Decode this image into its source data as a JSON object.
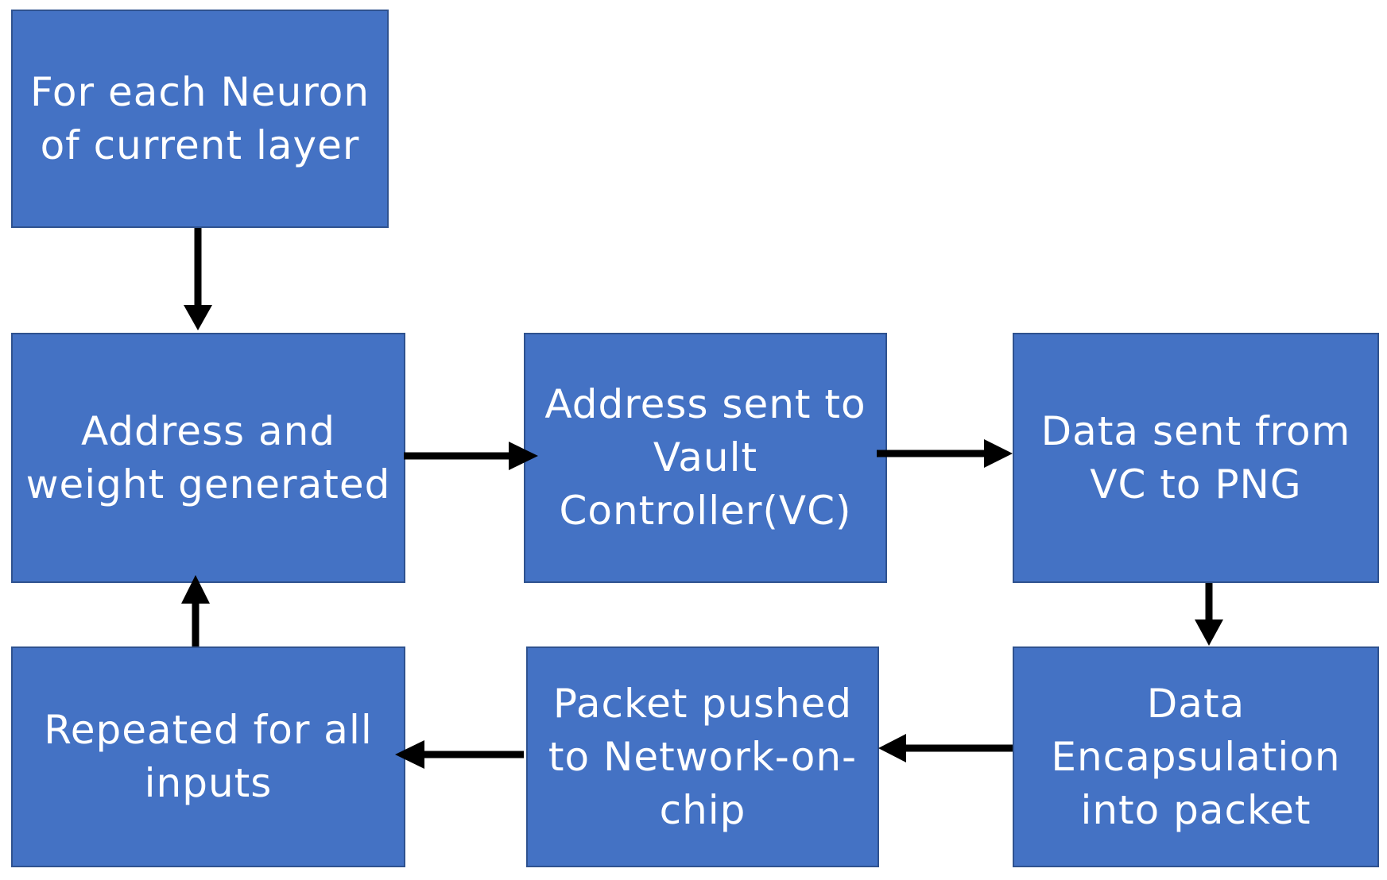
{
  "diagram": {
    "boxes": {
      "for_each_neuron": {
        "lines": [
          "For each Neuron",
          "of current layer"
        ]
      },
      "address_weight": {
        "lines": [
          "Address and",
          "weight generated"
        ]
      },
      "address_sent": {
        "lines": [
          "Address sent to",
          "Vault",
          "Controller(VC)"
        ]
      },
      "data_sent": {
        "lines": [
          "Data sent from",
          "VC to PNG"
        ]
      },
      "encapsulation": {
        "lines": [
          "Data",
          "Encapsulation",
          "into packet"
        ]
      },
      "packet_pushed": {
        "lines": [
          "Packet pushed",
          "to Network-on-",
          "chip"
        ]
      },
      "repeated": {
        "lines": [
          "Repeated for all",
          "inputs"
        ]
      }
    },
    "colors": {
      "box_fill": "#4472C4",
      "box_border": "#2F528F",
      "text": "#FFFFFF",
      "arrow": "#000000"
    }
  }
}
